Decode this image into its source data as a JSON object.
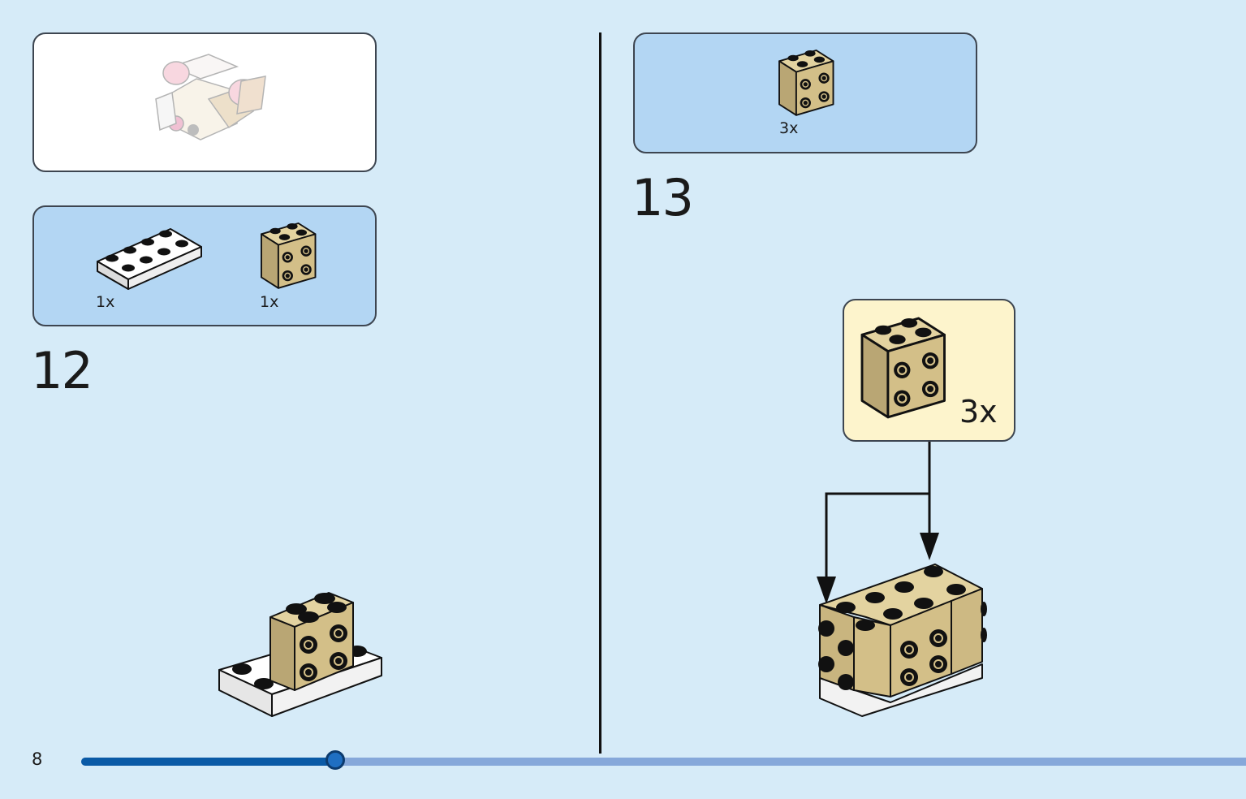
{
  "page": {
    "number": "8",
    "progress": 0.218
  },
  "step12": {
    "number": "12",
    "parts": [
      {
        "name": "white-plate-2x4",
        "qty": "1x"
      },
      {
        "name": "tan-brick-2x2-side-studs",
        "qty": "1x"
      }
    ]
  },
  "step13": {
    "number": "13",
    "parts": [
      {
        "name": "tan-brick-2x2-side-studs",
        "qty": "3x"
      }
    ],
    "callout_qty": "3x"
  },
  "colors": {
    "background": "#d6ebf8",
    "parts_panel": "#b3d6f3",
    "callout": "#fdf4cc",
    "tan": "#d8c590",
    "progress": "#0a5aa6"
  }
}
